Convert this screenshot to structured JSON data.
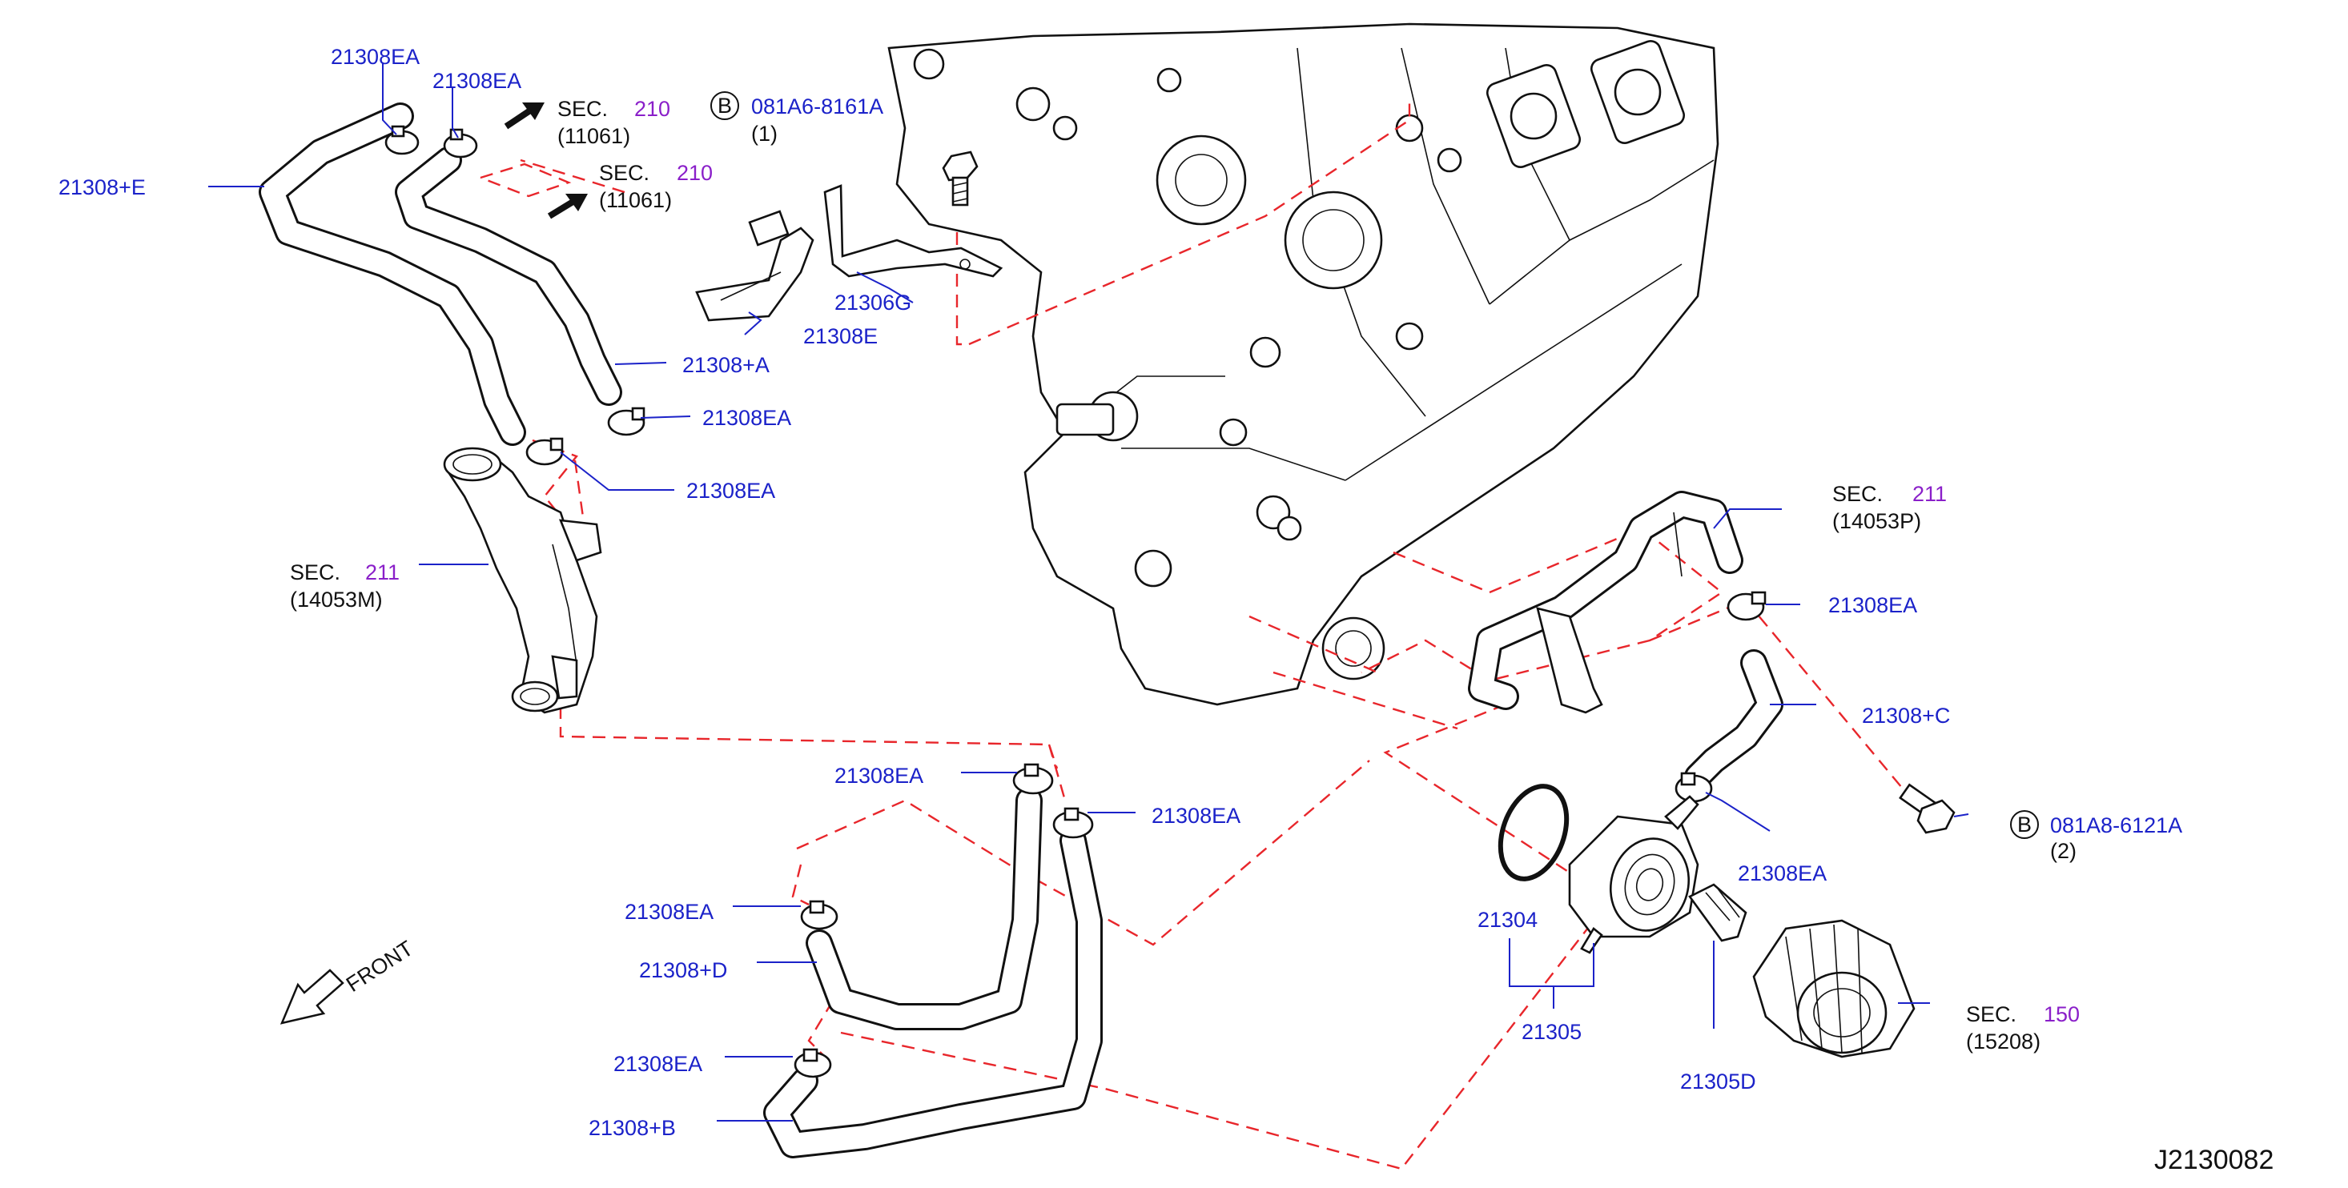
{
  "diagram_id": "J2130082",
  "front_label": "FRONT",
  "parts": {
    "p_21308EA_a": "21308EA",
    "p_21308EA_b": "21308EA",
    "p_21308E_plus": "21308+E",
    "p_21308A_plus": "21308+A",
    "p_21308EA_c": "21308EA",
    "p_21308EA_d": "21308EA",
    "p_21306G": "21306G",
    "p_21308E": "21308E",
    "p_21308EA_e": "21308EA",
    "p_21308C_plus": "21308+C",
    "p_21308EA_f": "21308EA",
    "p_21308EA_g": "21308EA",
    "p_21308EA_h": "21308EA",
    "p_21308EA_i": "21308EA",
    "p_21308D_plus": "21308+D",
    "p_21308EA_j": "21308EA",
    "p_21308B_plus": "21308+B",
    "p_21304": "21304",
    "p_21305": "21305",
    "p_21305D": "21305D"
  },
  "bolts": {
    "top": {
      "circle": "B",
      "part": "081A6-8161A",
      "qty": "(1)"
    },
    "right": {
      "circle": "B",
      "part": "081A8-6121A",
      "qty": "(2)"
    }
  },
  "sections": {
    "sec210_a": {
      "prefix": "SEC.",
      "num": "210",
      "ref": "(11061)"
    },
    "sec210_b": {
      "prefix": "SEC.",
      "num": "210",
      "ref": "(11061)"
    },
    "sec211_left": {
      "prefix": "SEC.",
      "num": "211",
      "ref": "(14053M)"
    },
    "sec211_right": {
      "prefix": "SEC.",
      "num": "211",
      "ref": "(14053P)"
    },
    "sec150": {
      "prefix": "SEC.",
      "num": "150",
      "ref": "(15208)"
    }
  },
  "colors": {
    "part_label": "#1b22c9",
    "section_number": "#8a1fc9",
    "dashed_line": "#e8262b"
  }
}
